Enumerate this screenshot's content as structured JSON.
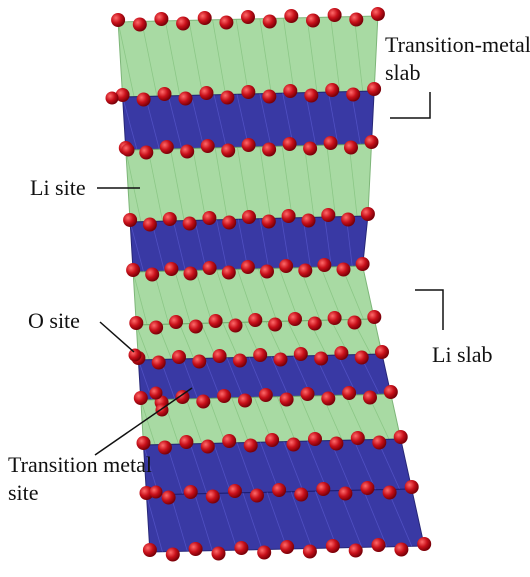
{
  "labels": {
    "transition_metal_slab_line1": "Transition-metal",
    "transition_metal_slab_line2": "slab",
    "li_site": "Li site",
    "o_site": "O site",
    "li_slab": "Li slab",
    "transition_metal_site_line1": "Transition metal",
    "transition_metal_site_line2": "site"
  },
  "colors": {
    "li_layer": "#9fd79a",
    "li_layer_edge": "#6fae6a",
    "tm_layer": "#2f2fa0",
    "tm_layer_edge": "#1c1c70",
    "oxygen": "#c8101a",
    "oxygen_highlight": "#ff6b6b",
    "leader_line": "#111111"
  }
}
